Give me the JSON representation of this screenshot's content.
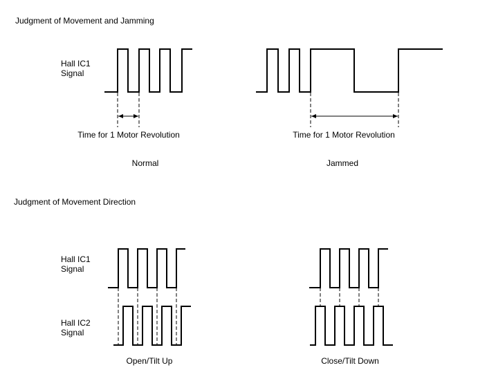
{
  "section_movement_jamming": {
    "title": "Judgment of Movement and Jamming",
    "signal_label": "Hall IC1\nSignal",
    "normal_time_label": "Time for 1 Motor Revolution",
    "jammed_time_label": "Time for 1 Motor Revolution",
    "normal_caption": "Normal",
    "jammed_caption": "Jammed"
  },
  "section_direction": {
    "title": "Judgment of Movement Direction",
    "ic1_label": "Hall IC1\nSignal",
    "ic2_label": "Hall IC2\nSignal",
    "open_caption": "Open/Tilt Up",
    "close_caption": "Close/Tilt Down"
  }
}
